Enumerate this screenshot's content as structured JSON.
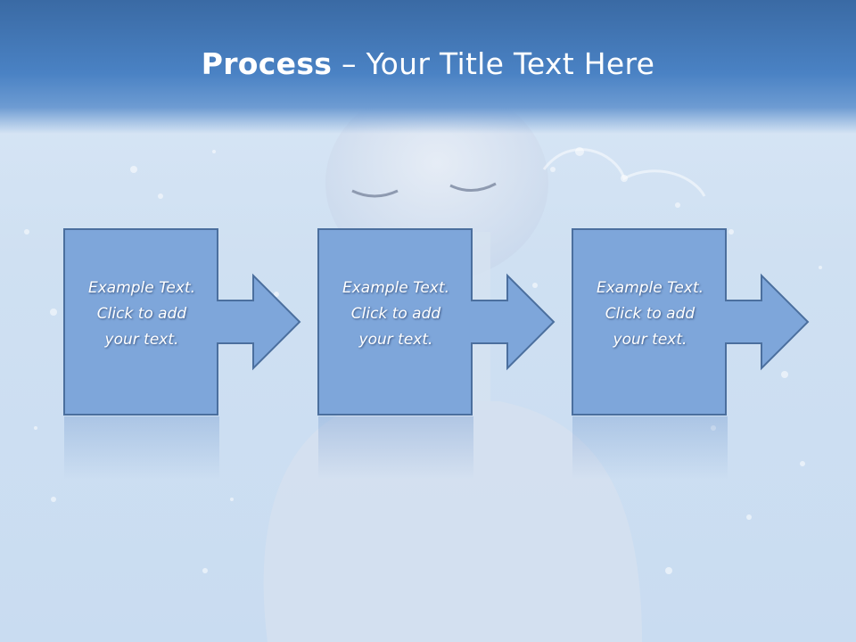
{
  "slide": {
    "title_bold": "Process",
    "title_rest": " – Your Title Text Here"
  },
  "process": {
    "steps": [
      {
        "line1": "Example Text.",
        "line2": "Click  to add",
        "line3": "your text."
      },
      {
        "line1": "Example Text.",
        "line2": "Click  to add",
        "line3": "your text."
      },
      {
        "line1": "Example Text.",
        "line2": "Click  to add",
        "line3": "your text."
      }
    ]
  },
  "colors": {
    "header": "#3a6aa4",
    "box_fill": "#7ea6da",
    "box_stroke": "#4b6f9e",
    "text": "#ffffff"
  },
  "icons": [
    "arrow-right-icon"
  ]
}
